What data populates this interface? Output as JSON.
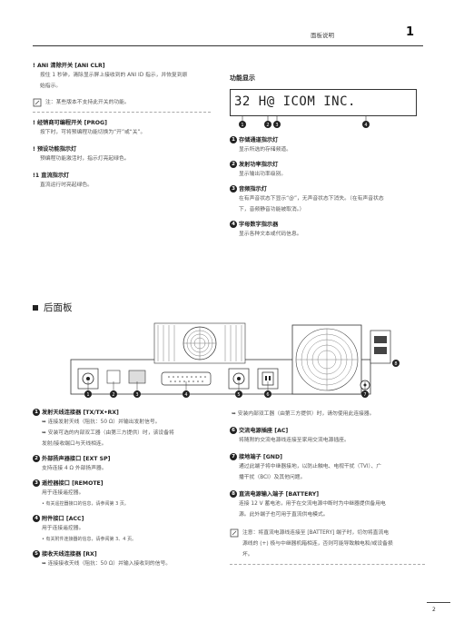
{
  "header": {
    "title": "面板说明",
    "page_number": "1"
  },
  "left_col": [
    {
      "title": "! ANI 清除开关 [ANI CLR]",
      "body": [
        "按住 1 秒钟，清除显示屏上接收到的 ANI ID 指示，并恢复到原",
        "始指示。"
      ]
    },
    {
      "note": "注：某些版本不支持此开关的功能。"
    },
    {
      "title": "! 经销商可编程开关 [PROG]",
      "body": [
        "按下时，可将预编程功能切换为“开”或“关”。"
      ]
    },
    {
      "title": "! 预设功能指示灯",
      "body": [
        "预编程功能激活时，指示灯亮起绿色。"
      ]
    },
    {
      "title": "!1 直流指示灯",
      "body": [
        "直流运行时亮起绿色。"
      ]
    }
  ],
  "right_col": {
    "display_title": "功能显示",
    "lcd_text": "32 H@ ICOM INC.",
    "lcd_callouts": [
      "1",
      "2",
      "3",
      "4"
    ],
    "items": [
      {
        "num": "1",
        "title": "存储通道指示灯",
        "body": [
          "显示所选的存储频道。"
        ]
      },
      {
        "num": "2",
        "title": "发射功率指示灯",
        "body": [
          "显示输出功率级别。"
        ]
      },
      {
        "num": "3",
        "title": "音频指示灯",
        "body": [
          "在有声音状态下显示“@”，无声音状态下消失。（在有声音状态",
          "下，音频静音功能被取消。）"
        ]
      },
      {
        "num": "4",
        "title": "字母数字指示器",
        "body": [
          "显示各种文本或代码信息。"
        ]
      }
    ]
  },
  "section": {
    "title": "后面板"
  },
  "panel_callouts": [
    "1",
    "2",
    "3",
    "4",
    "5",
    "6",
    "7",
    "8"
  ],
  "bottom_left": [
    {
      "num": "1",
      "title": "发射天线连接器 [TX/TX•RX]",
      "body": [
        "➥ 连接发射天线（阻抗：50 Ω）并输出发射信号。",
        "➥ 安装可选的内部双工器（由第三方提供）时，该设备将",
        "    发射/接收端口与天线相连。"
      ]
    },
    {
      "num": "2",
      "title": "外部扬声器接口 [EXT SP]",
      "body": [
        "支持连接 4 Ω 外部扬声器。"
      ]
    },
    {
      "num": "3",
      "title": "遥控器接口 [REMOTE]",
      "body": [
        "用于连接遥控器。",
        "• 有关遥控器接口的信息，请参阅第 3 页。"
      ]
    },
    {
      "num": "4",
      "title": "附件接口 [ACC]",
      "body": [
        "用于连接遥控器。",
        "• 有关附件连接器的信息，请参阅第 3、4 页。"
      ]
    },
    {
      "num": "5",
      "title": "接收天线连接器 [RX]",
      "body": [
        "➥ 连接接收天线（阻抗：50 Ω）并输入接收到的信号。"
      ]
    }
  ],
  "bottom_right": [
    {
      "num": "",
      "title": "",
      "body": [
        "➥ 安装内部双工器（由第三方提供）时，请勿使用此连接器。"
      ]
    },
    {
      "num": "6",
      "title": "交流电源插座 [AC]",
      "body": [
        "将随附的交流电源线连接至家用交流电源插座。"
      ]
    },
    {
      "num": "7",
      "title": "接地端子 [GND]",
      "body": [
        "通过此端子将中继器接地，以防止触电、电视干扰（TVI）、广",
        "播干扰（BCI）及其他问题。"
      ]
    },
    {
      "num": "8",
      "title": "直流电源输入端子 [BATTERY]",
      "body": [
        "连接 12 V 蓄电池，用于在交流电源中断时为中继器提供备用电",
        "源。此外端子也可用于直流供电模式。"
      ]
    }
  ],
  "bottom_note": [
    "注意：将直流电源线连接至 [BATTERY] 端子时，切勿将直流电",
    "源线的 (+) 极与中继器机箱相连，否则可能导致触电和/或设备损",
    "坏。"
  ],
  "footer": {
    "page_number": "2"
  }
}
